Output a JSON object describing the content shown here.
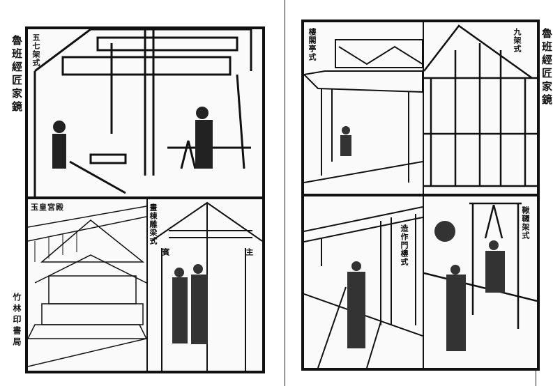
{
  "left_page": {
    "spine_title": "魯班經匠家鏡",
    "publisher": "竹林印書局",
    "captions": {
      "top": "五七架式",
      "bottom_left": "玉皇宮殿",
      "bottom_right": "畫棟雕梁式",
      "bottom_right_sign_1": "賓",
      "bottom_right_sign_2": "主"
    }
  },
  "right_page": {
    "spine_title": "魯班經匠家鏡",
    "captions": {
      "top_left": "樓閣亭式",
      "top_right": "九架式",
      "bottom_left": "造作門樓式",
      "bottom_right": "鞦韆架式"
    }
  }
}
